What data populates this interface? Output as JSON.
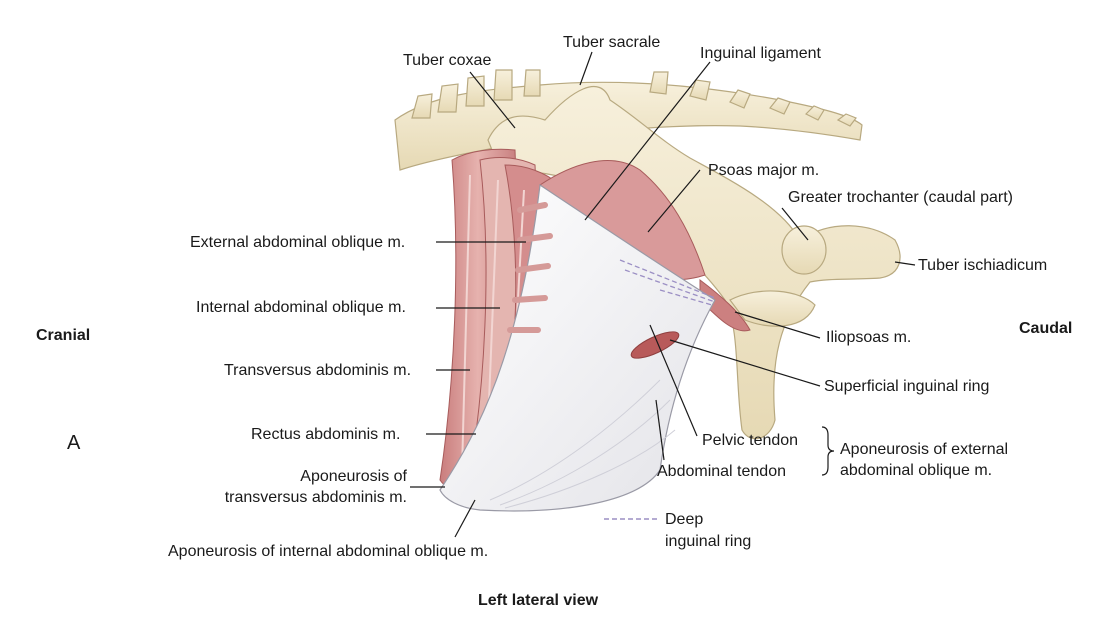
{
  "labels": {
    "tuber_coxae": "Tuber coxae",
    "tuber_sacrale": "Tuber sacrale",
    "inguinal_ligament": "Inguinal ligament",
    "psoas_major": "Psoas major m.",
    "greater_trochanter": "Greater trochanter (caudal part)",
    "tuber_ischiadicum": "Tuber ischiadicum",
    "external_oblique": "External abdominal oblique m.",
    "internal_oblique": "Internal abdominal oblique m.",
    "transversus": "Transversus abdominis m.",
    "rectus": "Rectus abdominis m.",
    "apon_transversus_1": "Aponeurosis of",
    "apon_transversus_2": "transversus abdominis m.",
    "apon_internal_oblique": "Aponeurosis of internal abdominal oblique m.",
    "iliopsoas": "Iliopsoas m.",
    "superficial_ring": "Superficial inguinal ring",
    "pelvic_tendon": "Pelvic tendon",
    "abdominal_tendon": "Abdominal tendon",
    "apon_external_1": "Aponeurosis of external",
    "apon_external_2": "abdominal oblique m.",
    "deep_ring_1": "Deep",
    "deep_ring_2": "inguinal ring"
  },
  "orientation": {
    "cranial": "Cranial",
    "caudal": "Caudal"
  },
  "panel_letter": "A",
  "view_caption": "Left lateral view",
  "colors": {
    "bone": "#f1e8cf",
    "bone_outline": "#b8a980",
    "muscle": "#d9a0a0",
    "muscle_dark": "#c06c6c",
    "aponeurosis": "#f4f4f6",
    "ring_dash": "#9b8fc4",
    "leader": "#1a1a1a"
  }
}
